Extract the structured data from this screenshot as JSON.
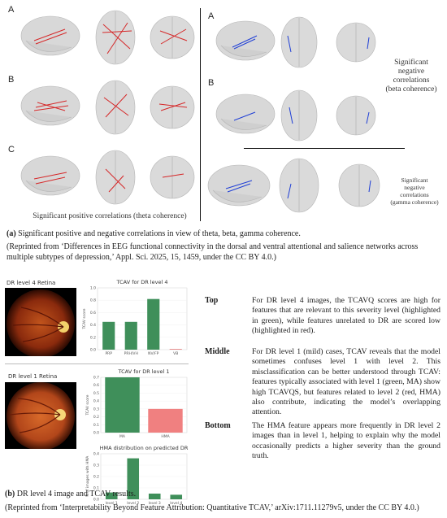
{
  "figure_a": {
    "left_panel_letters": [
      "A",
      "B",
      "C"
    ],
    "right_panel_letters": [
      "A",
      "B"
    ],
    "label_beta": [
      "Significant",
      "negative",
      "correlations",
      "(beta coherence)"
    ],
    "label_gamma": [
      "Significant",
      "negative",
      "correlations",
      "(gamma coherence)"
    ],
    "label_theta": "Significant positive correlations (theta coherence)",
    "caption_tag": "(a)",
    "caption_text": " Significant positive and negative correlations in view of theta, beta, gamma coherence.",
    "caption_source": "(Reprinted from ‘Differences in EEG functional connectivity in the dorsal and ventral attentional and salience networks across multiple subtypes of depression,’ Appl. Sci. 2025, 15, 1459, under the CC BY 4.0.)",
    "colors": {
      "positive": "#d62728",
      "negative": "#1f3fd6",
      "brain": "#d9d9d9"
    }
  },
  "figure_b": {
    "retina_top_title": "DR level 4 Retina",
    "retina_bottom_title": "DR level 1 Retina",
    "chart_data": [
      {
        "type": "bar",
        "title": "TCAV for DR level 4",
        "ylabel": "TCAV score",
        "categories": [
          "PRP",
          "PRH/VH",
          "NV/FP",
          "VB"
        ],
        "values": [
          0.45,
          0.45,
          0.82,
          0.01
        ],
        "colors": [
          "#3f8f5a",
          "#3f8f5a",
          "#3f8f5a",
          "#e07070"
        ],
        "ylim": [
          0,
          1.0
        ],
        "yticks": [
          "0.0",
          "0.2",
          "0.4",
          "0.6",
          "0.8",
          "1.0"
        ]
      },
      {
        "type": "bar",
        "title": "TCAV for DR level 1",
        "ylabel": "TCAV score",
        "categories": [
          "MA",
          "HMA"
        ],
        "values": [
          0.7,
          0.3
        ],
        "colors": [
          "#3f8f5a",
          "#f08080"
        ],
        "ylim": [
          0,
          0.7
        ],
        "yticks": [
          "0.0",
          "0.1",
          "0.2",
          "0.3",
          "0.4",
          "0.5",
          "0.6",
          "0.7"
        ]
      },
      {
        "type": "bar",
        "title": "HMA distribution on predicted DR",
        "ylabel": "% of images with HMA",
        "categories": [
          "level 1",
          "level 2",
          "level 3",
          "level 4"
        ],
        "values": [
          0.06,
          0.36,
          0.05,
          0.04
        ],
        "colors": [
          "#3f8f5a",
          "#3f8f5a",
          "#3f8f5a",
          "#3f8f5a"
        ],
        "ylim": [
          0,
          0.4
        ],
        "yticks": [
          "0.0",
          "0.1",
          "0.2",
          "0.3",
          "0.4"
        ]
      }
    ],
    "rows": [
      {
        "label": "Top",
        "text": "For DR level 4 images, the TCAVQ scores are high for features that are relevant to this severity level (highlighted in green), while features unrelated to DR are scored low (highlighted in red)."
      },
      {
        "label": "Middle",
        "text": "For DR level 1 (mild) cases, TCAV reveals that the model sometimes confuses level 1 with level 2. This misclassification can be better understood through TCAV: features typically associated with level 1 (green, MA) show high TCAVQS, but features related to level 2 (red, HMA) also contribute, indicating the model’s overlapping attention."
      },
      {
        "label": "Bottom",
        "text": "The HMA feature appears more frequently in DR level 2 images than in level 1, helping to explain why the model occasionally predicts a higher severity than the ground truth."
      }
    ],
    "caption_tag": "(b)",
    "caption_text": " DR level 4 image and TCAV results.",
    "caption_source": "(Reprinted from ‘Interpretability Beyond Feature Attribution: Quantitative TCAV,’ arXiv:1711.11279v5, under the CC BY 4.0.)"
  }
}
